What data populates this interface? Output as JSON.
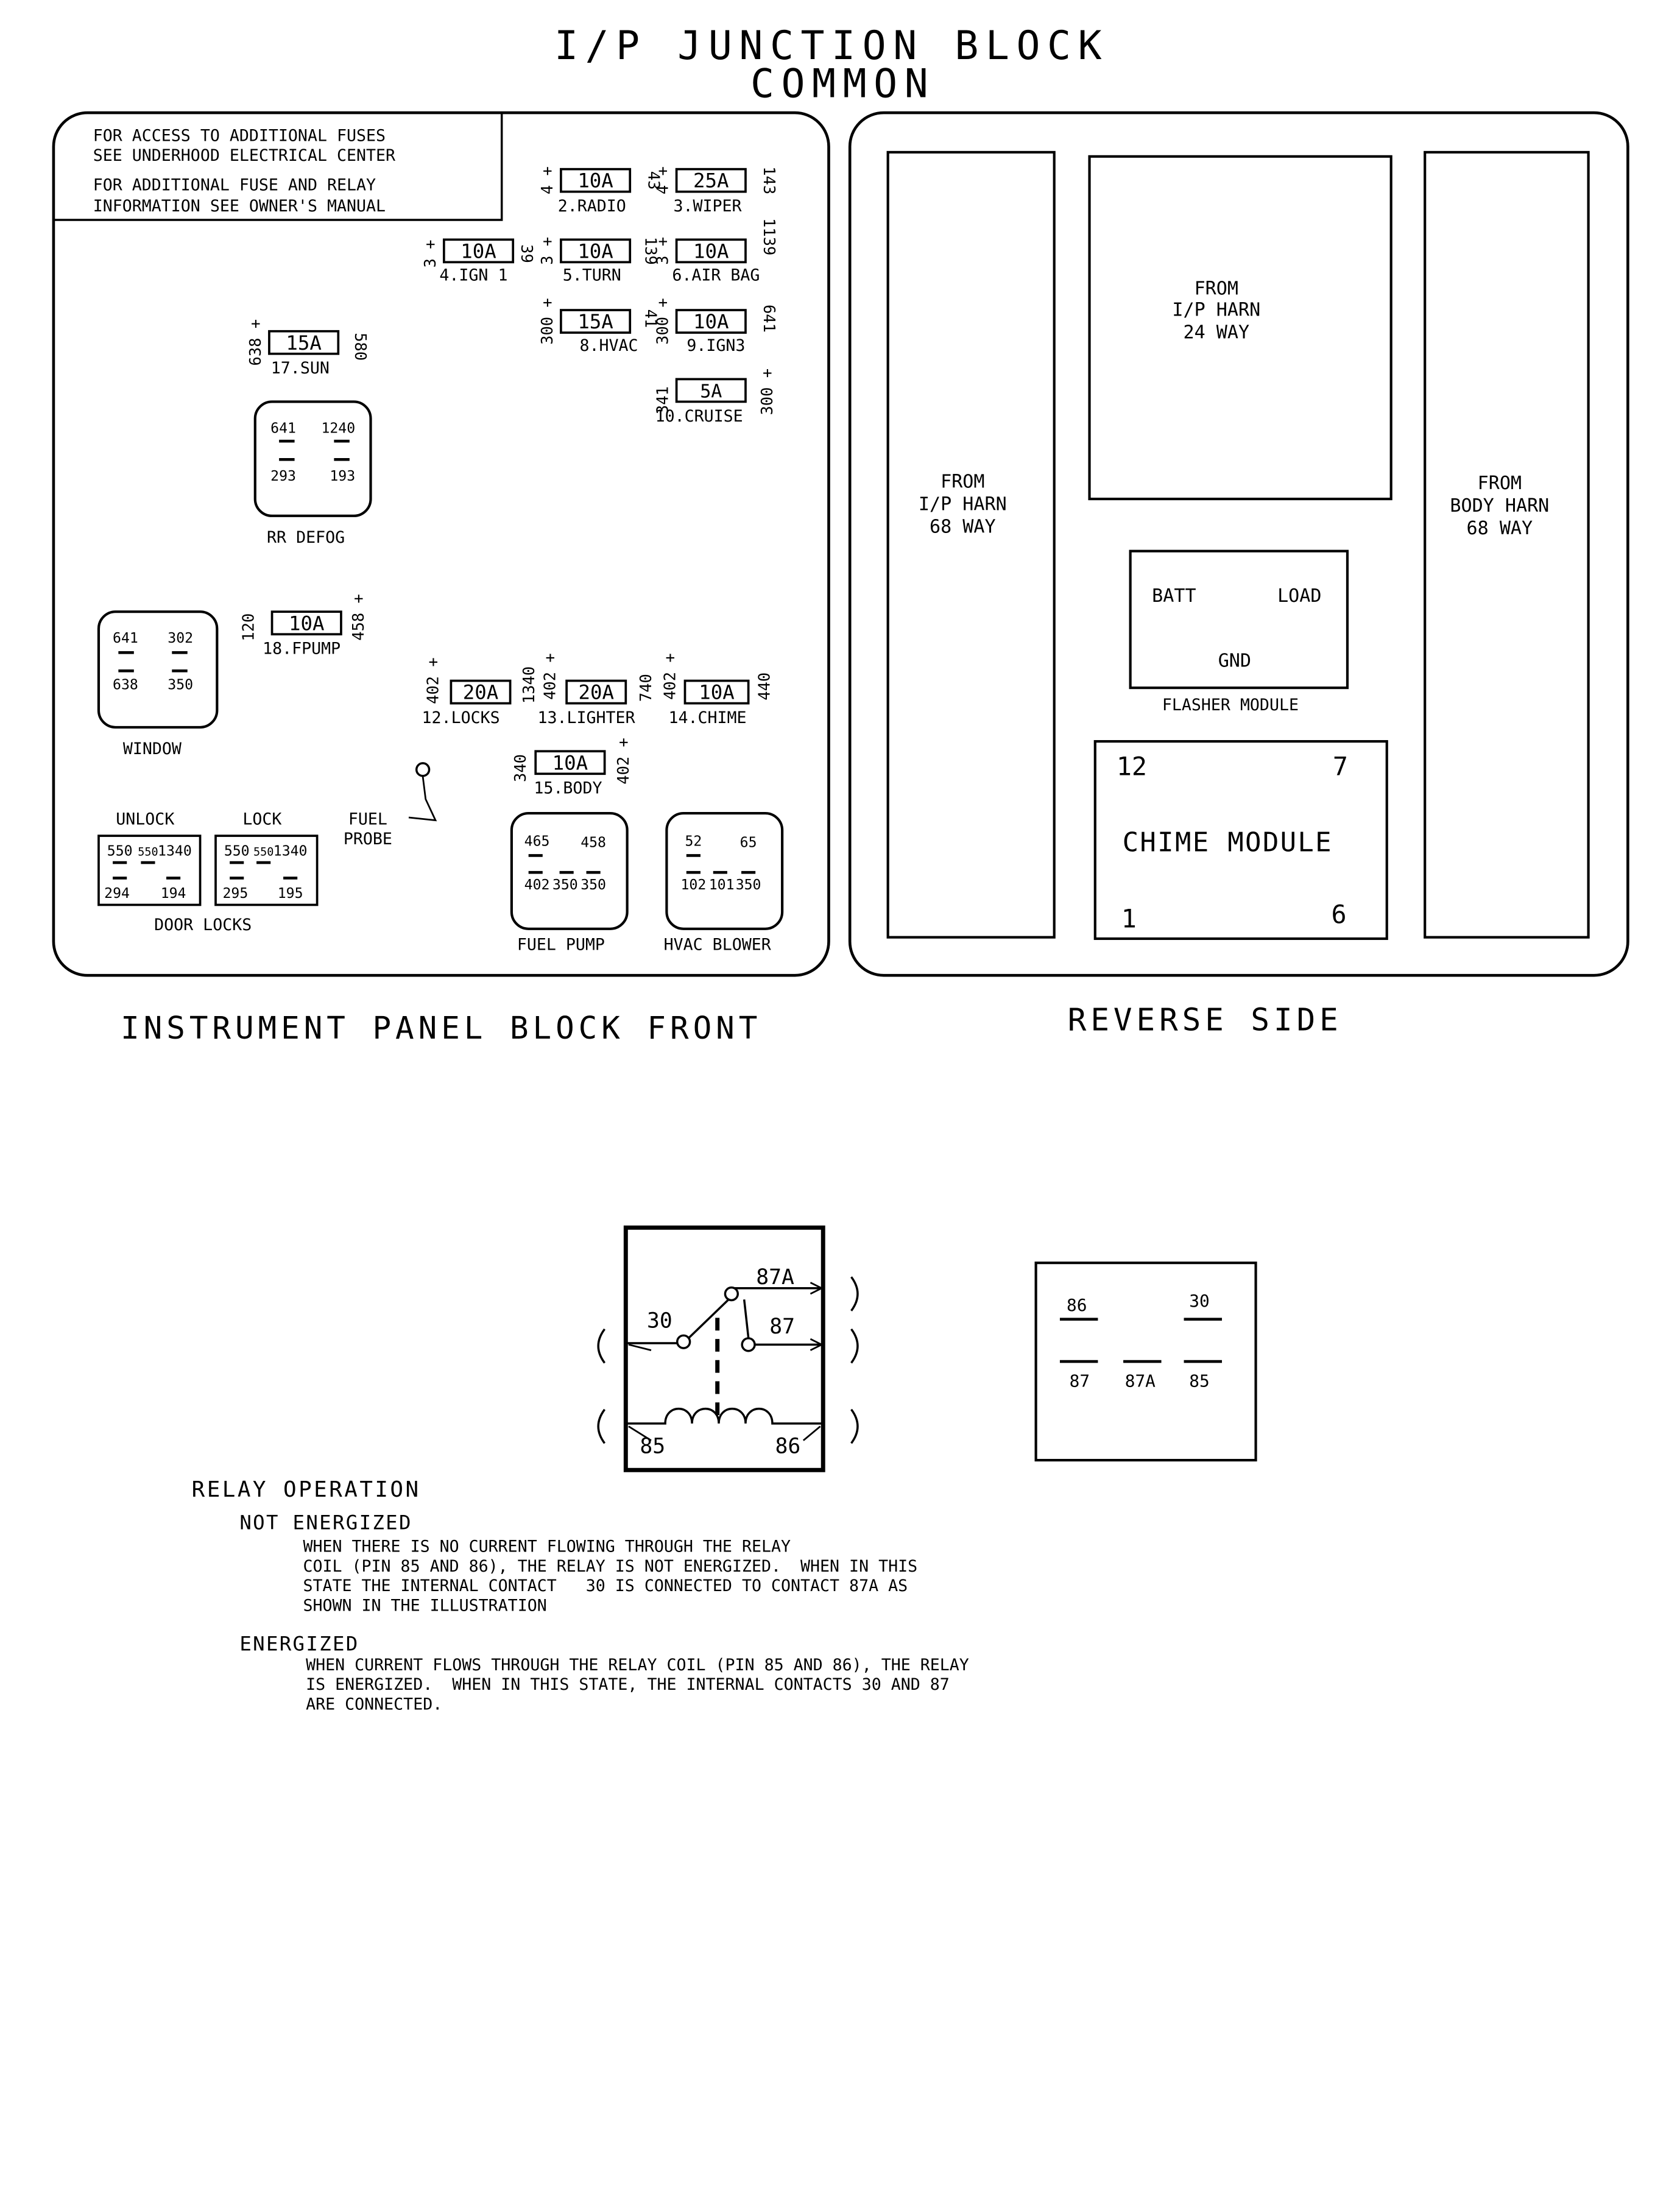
{
  "title": {
    "line1": "I/P JUNCTION BLOCK",
    "line2": "COMMON"
  },
  "front_panel": {
    "caption": "INSTRUMENT PANEL BLOCK FRONT",
    "notes": [
      "FOR ACCESS TO ADDITIONAL FUSES",
      "SEE UNDERHOOD ELECTRICAL CENTER",
      "FOR ADDITIONAL FUSE AND RELAY",
      "INFORMATION SEE OWNER'S MANUAL"
    ],
    "fuses": [
      {
        "id": "radio",
        "rating": "10A",
        "label": "2.RADIO",
        "left": "4 +",
        "right": "43"
      },
      {
        "id": "wiper",
        "rating": "25A",
        "label": "3.WIPER",
        "left": "4 +",
        "right": "143"
      },
      {
        "id": "ign1",
        "rating": "10A",
        "label": "4.IGN 1",
        "left": "3 +",
        "right": "39"
      },
      {
        "id": "turn",
        "rating": "10A",
        "label": "5.TURN",
        "left": "3 +",
        "right": "139"
      },
      {
        "id": "airbag",
        "rating": "10A",
        "label": "6.AIR BAG",
        "left": "3 +",
        "right": "1139"
      },
      {
        "id": "hvac",
        "rating": "15A",
        "label": "8.HVAC",
        "left": "300 +",
        "right": "41"
      },
      {
        "id": "ign3",
        "rating": "10A",
        "label": "9.IGN3",
        "left": "300 +",
        "right": "641"
      },
      {
        "id": "cruise",
        "rating": "5A",
        "label": "10.CRUISE",
        "left": "341",
        "right": "300 +"
      },
      {
        "id": "sun",
        "rating": "15A",
        "label": "17.SUN",
        "left": "638 +",
        "right": "580"
      },
      {
        "id": "fpump",
        "rating": "10A",
        "label": "18.FPUMP",
        "left": "120",
        "right": "458 +"
      },
      {
        "id": "locks",
        "rating": "20A",
        "label": "12.LOCKS",
        "left": "402 +",
        "right": "1340"
      },
      {
        "id": "lighter",
        "rating": "20A",
        "label": "13.LIGHTER",
        "left": "402 +",
        "right": "740"
      },
      {
        "id": "chime",
        "rating": "10A",
        "label": "14.CHIME",
        "left": "402 +",
        "right": "440"
      },
      {
        "id": "body",
        "rating": "10A",
        "label": "15.BODY",
        "left": "340",
        "right": "402 +"
      }
    ],
    "relays": {
      "rr_defog": {
        "label": "RR DEFOG",
        "pins": [
          "641",
          "1240",
          "293",
          "193"
        ]
      },
      "window": {
        "label": "WINDOW",
        "pins": [
          "641",
          "302",
          "638",
          "350"
        ]
      },
      "unlock": {
        "label": "UNLOCK",
        "pins": [
          "550",
          "550",
          "1340",
          "294",
          "194"
        ]
      },
      "lock": {
        "label": "LOCK",
        "pins": [
          "550",
          "550",
          "1340",
          "295",
          "195"
        ]
      },
      "door_locks_label": "DOOR LOCKS",
      "fuel_pump": {
        "label": "FUEL PUMP",
        "pins": [
          "465",
          "458",
          "402",
          "350",
          "350"
        ]
      },
      "hvac_blower": {
        "label": "HVAC BLOWER",
        "pins": [
          "52",
          "65",
          "102",
          "101",
          "350"
        ]
      }
    },
    "fuel_probe": {
      "line1": "FUEL",
      "line2": "PROBE"
    }
  },
  "reverse_side": {
    "caption": "REVERSE SIDE",
    "left_connector": [
      "FROM",
      "I/P HARN",
      "68 WAY"
    ],
    "center_connector": [
      "FROM",
      "I/P HARN",
      "24 WAY"
    ],
    "right_connector": [
      "FROM",
      "BODY HARN",
      "68 WAY"
    ],
    "flasher": {
      "batt": "BATT",
      "load": "LOAD",
      "gnd": "GND",
      "caption": "FLASHER MODULE"
    },
    "chime": {
      "title": "CHIME MODULE",
      "pin_tl": "12",
      "pin_tr": "7",
      "pin_bl": "1",
      "pin_br": "6"
    }
  },
  "relay_schematic": {
    "p30": "30",
    "p87a": "87A",
    "p87": "87",
    "p85": "85",
    "p86": "86"
  },
  "relay_pinout": {
    "p86": "86",
    "p30": "30",
    "p87": "87",
    "p87a": "87A",
    "p85": "85"
  },
  "relay_operation": {
    "heading": "RELAY OPERATION",
    "not_energized": {
      "heading": "NOT ENERGIZED",
      "lines": [
        "WHEN THERE IS NO CURRENT FLOWING THROUGH THE RELAY",
        "COIL (PIN 85 AND 86), THE RELAY IS NOT ENERGIZED.  WHEN IN THIS",
        "STATE THE INTERNAL CONTACT   30 IS CONNECTED TO CONTACT 87A AS",
        "SHOWN IN THE ILLUSTRATION"
      ]
    },
    "energized": {
      "heading": "ENERGIZED",
      "lines": [
        "WHEN CURRENT FLOWS THROUGH THE RELAY COIL (PIN 85 AND 86), THE RELAY",
        "IS ENERGIZED.  WHEN IN THIS STATE, THE INTERNAL CONTACTS 30 AND 87",
        "ARE CONNECTED."
      ]
    }
  }
}
